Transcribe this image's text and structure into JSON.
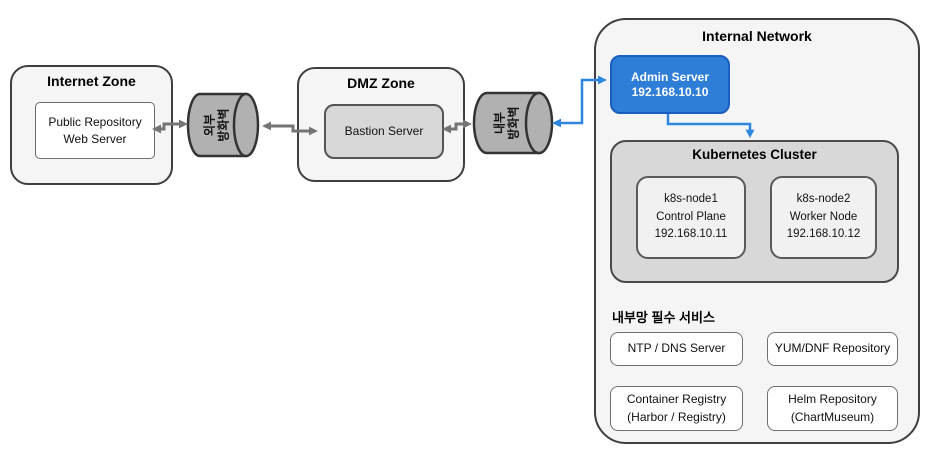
{
  "internet_zone": {
    "title": "Internet Zone",
    "web_server": {
      "line1": "Public Repository",
      "line2": "Web Server"
    }
  },
  "external_firewall": {
    "line1": "외부",
    "line2": "방화벽"
  },
  "dmz_zone": {
    "title": "DMZ Zone",
    "bastion_label": "Bastion Server"
  },
  "internal_firewall": {
    "line1": "내부",
    "line2": "방화벽"
  },
  "internal_network": {
    "title": "Internal Network",
    "admin_server": {
      "line1": "Admin Server",
      "line2": "192.168.10.10"
    },
    "k8s_cluster": {
      "title": "Kubernetes Cluster",
      "node1": {
        "line1": "k8s-node1",
        "line2": "Control Plane",
        "line3": "192.168.10.11"
      },
      "node2": {
        "line1": "k8s-node2",
        "line2": "Worker Node",
        "line3": "192.168.10.12"
      }
    },
    "services": {
      "heading": "내부망 필수 서비스",
      "items": [
        {
          "label": "NTP / DNS Server"
        },
        {
          "label": "YUM/DNF Repository"
        },
        {
          "label": "Container Registry",
          "sublabel": "(Harbor / Registry)"
        },
        {
          "label": "Helm Repository",
          "sublabel": "(ChartMuseum)"
        }
      ]
    }
  },
  "connections": [
    {
      "from": "public-repository-web-server",
      "to": "external-firewall",
      "direction": "bidirectional",
      "color": "gray"
    },
    {
      "from": "external-firewall",
      "to": "bastion-server",
      "direction": "bidirectional",
      "color": "gray"
    },
    {
      "from": "bastion-server",
      "to": "internal-firewall",
      "direction": "bidirectional",
      "color": "gray"
    },
    {
      "from": "internal-firewall",
      "to": "admin-server",
      "direction": "bidirectional",
      "color": "blue"
    },
    {
      "from": "admin-server",
      "to": "kubernetes-cluster",
      "direction": "one-way",
      "color": "blue"
    }
  ],
  "colors": {
    "accent_blue": "#2e7dd6",
    "arrow_blue": "#2e86de",
    "arrow_gray": "#757575"
  }
}
